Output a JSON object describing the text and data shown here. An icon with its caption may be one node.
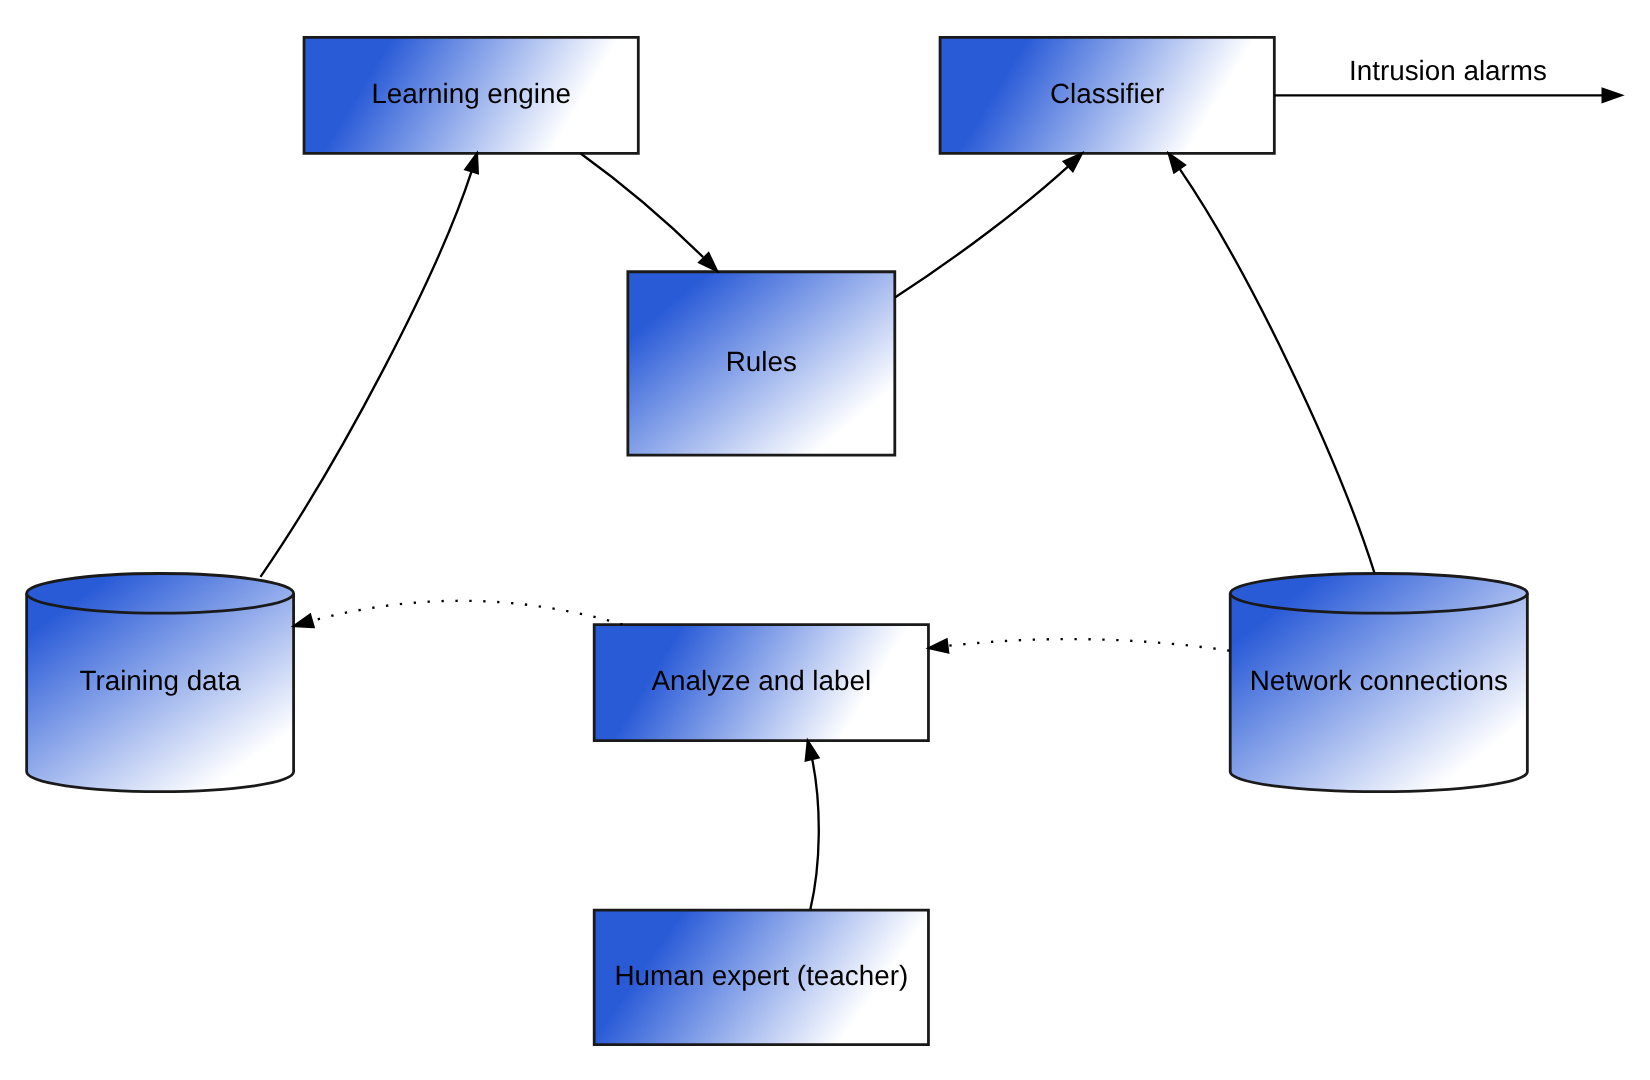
{
  "diagram": {
    "nodes": [
      {
        "text": [
          "Learning engine"
        ]
      },
      {
        "text": [
          "Rules"
        ]
      },
      {
        "text": [
          "Classifier"
        ]
      },
      {
        "text": [
          "Training data"
        ]
      },
      {
        "text": [
          "Network connections"
        ]
      },
      {
        "text": [
          "Analyze and label"
        ]
      },
      {
        "text": [
          "Human expert (teacher)"
        ]
      }
    ],
    "edges": [
      {
        "from": 3,
        "to": 0,
        "arrow": "to"
      },
      {
        "from": 0,
        "to": 1,
        "arrow": "to"
      },
      {
        "from": 1,
        "to": 2,
        "arrow": "to"
      },
      {
        "from": 4,
        "to": 2,
        "arrow": "to"
      },
      {
        "from": 4,
        "to": 5,
        "arrow": "to",
        "style": "dashed"
      },
      {
        "from": 5,
        "to": 3,
        "arrow": "to",
        "style": "dashed"
      },
      {
        "from": 6,
        "to": 5,
        "arrow": "to"
      },
      {
        "from": 2,
        "to": null,
        "arrow": "to",
        "label": "Intrusion alarms"
      }
    ]
  }
}
